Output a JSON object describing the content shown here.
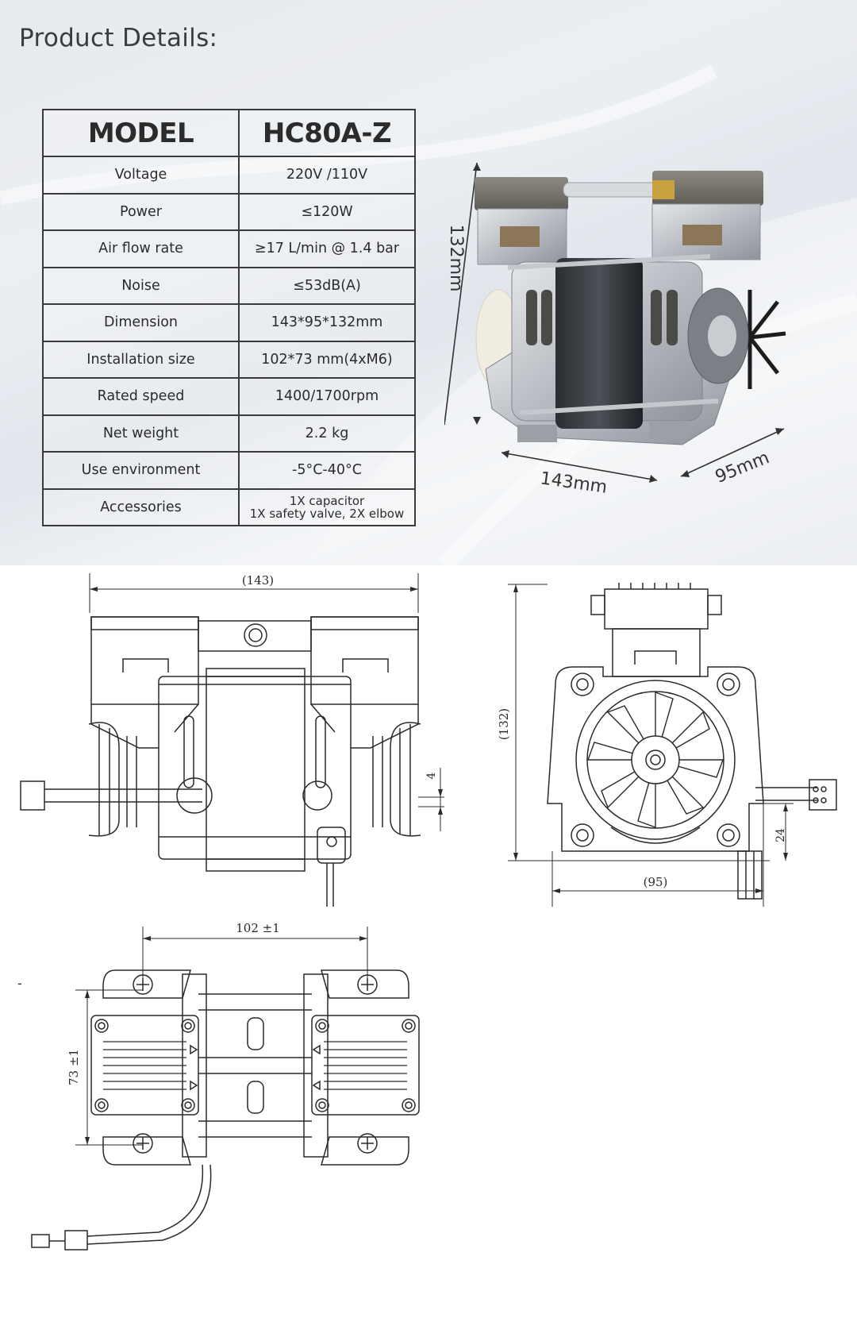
{
  "page_title": "Product Details:",
  "spec_table": {
    "header": {
      "label": "MODEL",
      "value": "HC80A-Z"
    },
    "rows": [
      {
        "label": "Voltage",
        "value": "220V /110V"
      },
      {
        "label": "Power",
        "value": "≤120W"
      },
      {
        "label": "Air flow rate",
        "value": "≥17 L/min @ 1.4 bar"
      },
      {
        "label": "Noise",
        "value": "≤53dB(A)"
      },
      {
        "label": "Dimension",
        "value": "143*95*132mm"
      },
      {
        "label": "Installation size",
        "value": "102*73 mm(4xM6)"
      },
      {
        "label": "Rated speed",
        "value": "1400/1700rpm"
      },
      {
        "label": "Net weight",
        "value": "2.2 kg"
      },
      {
        "label": "Use environment",
        "value": "-5°C-40°C"
      }
    ],
    "accessories": {
      "label": "Accessories",
      "line1": "1X capacitor",
      "line2": "1X safety valve, 2X elbow"
    }
  },
  "photo_dims": {
    "height": "132mm",
    "width": "143mm",
    "depth": "95mm"
  },
  "drawing_dims": {
    "front_width": "(143)",
    "front_offset": "4",
    "side_height": "(132)",
    "side_depth": "(95)",
    "side_offset": "24",
    "bottom_width": "102  ±1",
    "bottom_depth": "73  ±1",
    "stray_mark": "-"
  },
  "colors": {
    "table_border": "#3a3a3a",
    "drawing_line": "#2a2a2a",
    "panel_bg": "#e6e9ee"
  }
}
